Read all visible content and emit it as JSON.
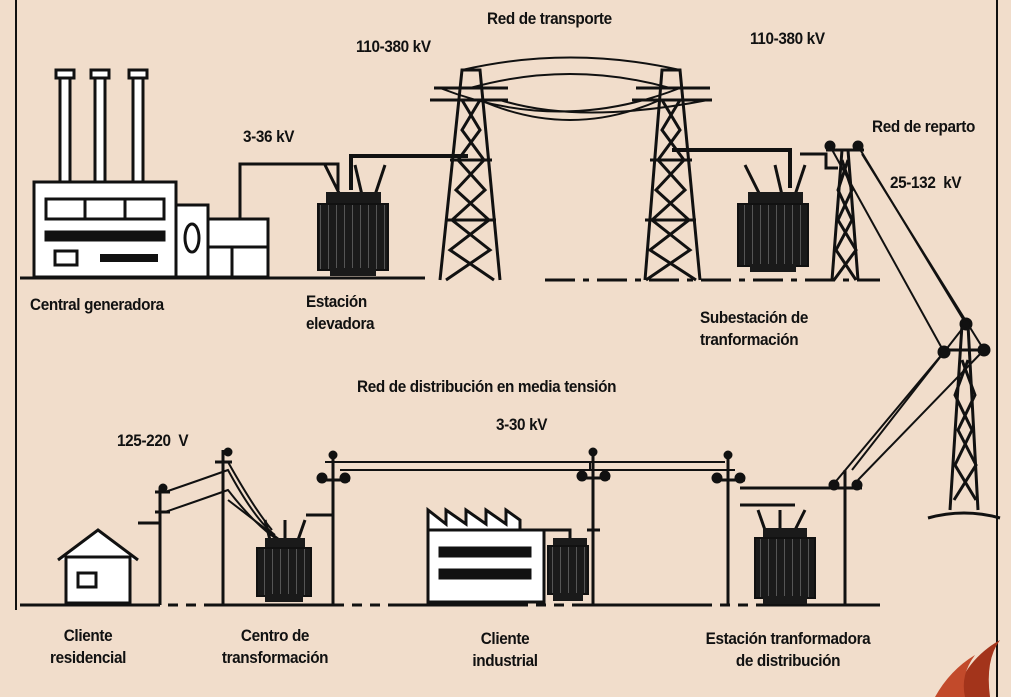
{
  "colors": {
    "background": "#f1ddcb",
    "ink": "#111111",
    "logo": "#a3341b"
  },
  "labels": {
    "red_transporte": "Red de transporte",
    "kv_transporte_left": "110-380 kV",
    "kv_transporte_right": "110-380 kV",
    "kv_elevadora": "3-36 kV",
    "red_reparto": "Red de reparto",
    "kv_reparto": "25-132  kV",
    "central": "Central generadora",
    "estacion_elevadora": "Estación\nelevadora",
    "subestacion": "Subestación de\ntranformación",
    "red_distribucion": "Red de distribución en media tensión",
    "kv_distribucion": "3-30 kV",
    "v_baja": "125-220  V",
    "cliente_residencial": "Cliente\nresidencial",
    "centro_transformacion": "Centro de\ntransformación",
    "cliente_industrial": "Cliente\nindustrial",
    "estacion_distribucion": "Estación tranformadora\nde distribución"
  }
}
